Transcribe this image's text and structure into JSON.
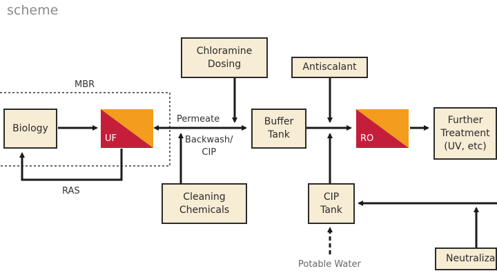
{
  "title": "scheme",
  "labels": {
    "mbr": "MBR",
    "permeate": "Permeate",
    "backwash": "Backwash/\nCIP",
    "ras": "RAS",
    "potable_water": "Potable Water"
  },
  "boxes": {
    "biology": "Biology",
    "chloramine": "Chloramine\nDosing",
    "buffer": "Buffer\nTank",
    "antiscalant": "Antiscalant",
    "further": "Further\nTreatment\n(UV, etc)",
    "cleaning": "Cleaning\nChemicals",
    "cip_tank": "CIP\nTank",
    "neutralization": "Neutralizat"
  },
  "membranes": {
    "uf": "UF",
    "ro": "RO"
  },
  "colors": {
    "box_fill": "#f7ecd4",
    "membrane_red": "#c41e3a",
    "membrane_orange": "#f39c1d",
    "line": "#1a1a1a"
  }
}
